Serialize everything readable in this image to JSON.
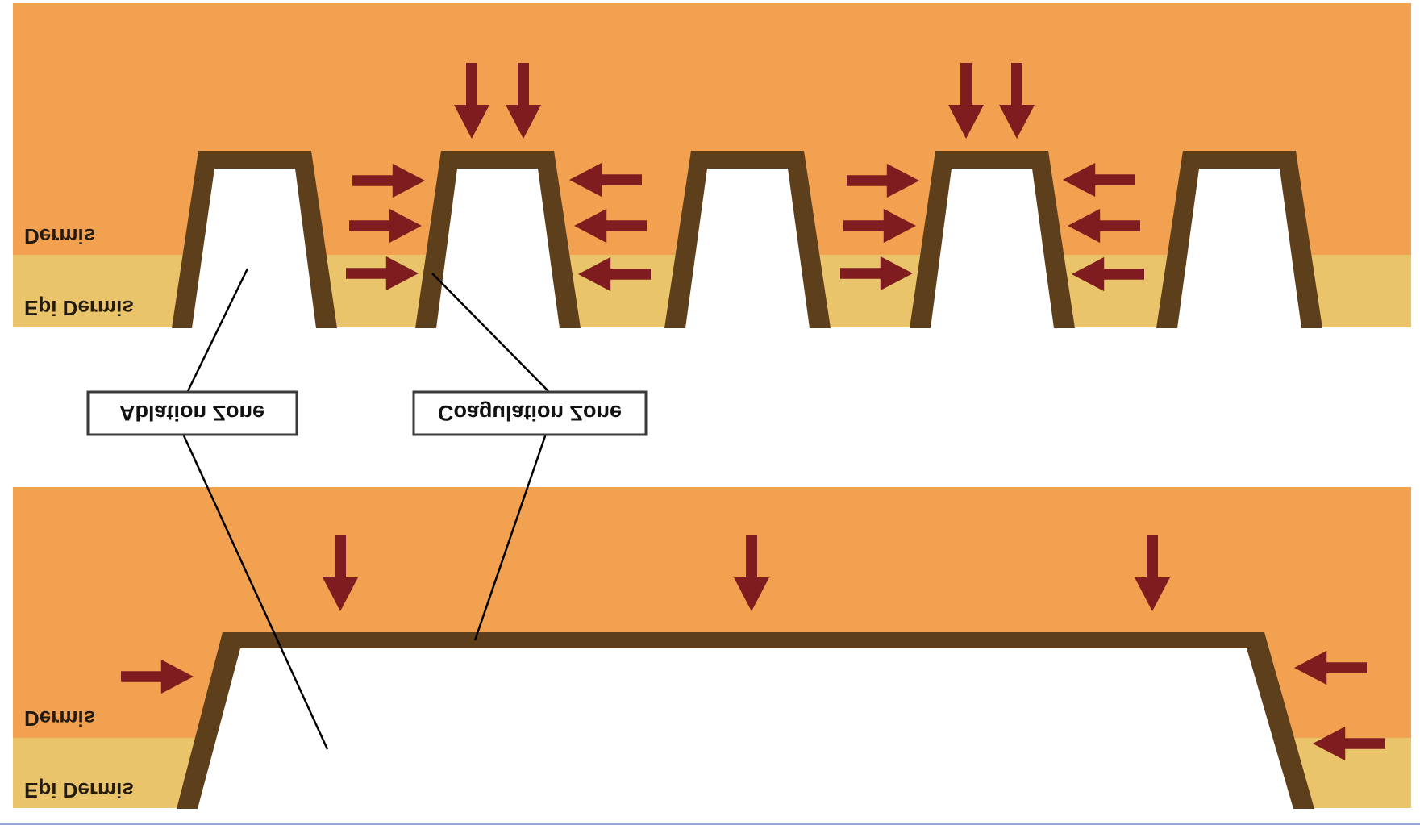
{
  "layers": {
    "dermis": "Dermis",
    "epidermis": "Epi Dermis"
  },
  "callouts": {
    "ablation": "Ablation Zone",
    "coagulation": "Coagulation Zone"
  },
  "text_rendering": "mirrored-vertically",
  "colors": {
    "dermis": "#F2A150",
    "epidermis": "#EAC46A",
    "channel_wall": "#5E3F1C",
    "arrow": "#7E1C1F",
    "callout_line": "#000000",
    "bottom_rule": "#9AA7D6"
  },
  "panels": {
    "top": {
      "channels": 5,
      "downward_arrow_pairs": 2,
      "side_arrow_groups": 4
    },
    "bottom": {
      "channels": 1,
      "downward_arrows": 3,
      "side_arrows": 3
    }
  }
}
